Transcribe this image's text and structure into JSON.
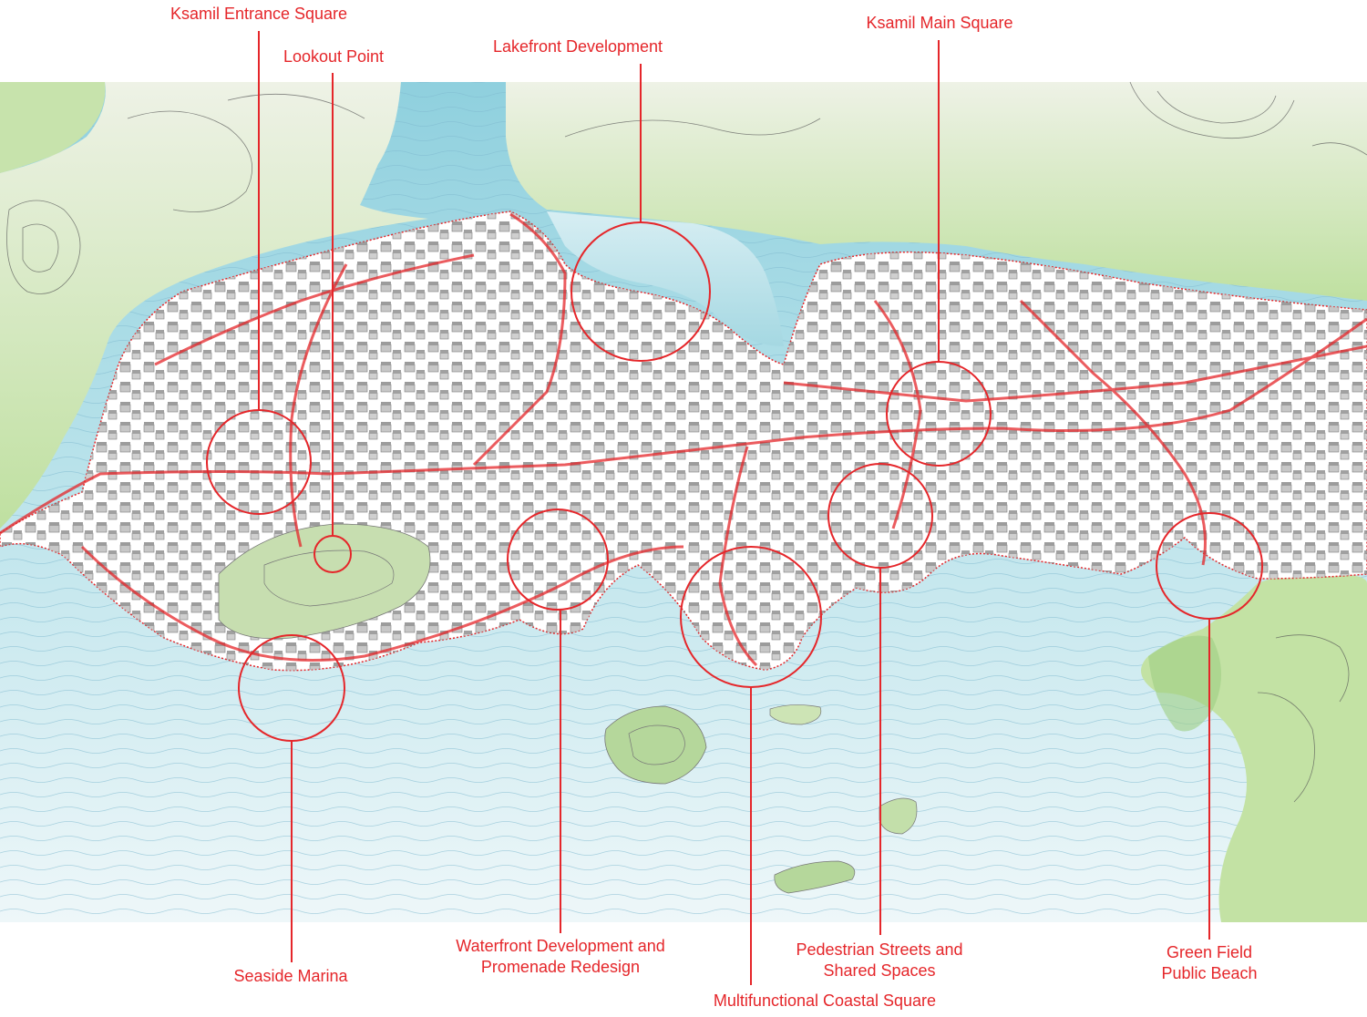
{
  "colors": {
    "accent": "#e5262a",
    "water": "#a9dbe6",
    "land_green": "#bfe0a0",
    "built_area": "#ffffff",
    "building": "#8a8a8a"
  },
  "callouts": {
    "ksamil_entrance_square": {
      "lines": [
        "Ksamil Entrance Square"
      ]
    },
    "lookout_point": {
      "lines": [
        "Lookout Point"
      ]
    },
    "lakefront_development": {
      "lines": [
        "Lakefront Development"
      ]
    },
    "ksamil_main_square": {
      "lines": [
        "Ksamil Main Square"
      ]
    },
    "seaside_marina": {
      "lines": [
        "Seaside Marina"
      ]
    },
    "waterfront_development": {
      "lines": [
        "Waterfront Development and",
        "Promenade Redesign"
      ]
    },
    "multifunctional_coastal_square": {
      "lines": [
        "Multifunctional Coastal Square"
      ]
    },
    "pedestrian_streets": {
      "lines": [
        "Pedestrian Streets and",
        "Shared Spaces"
      ]
    },
    "green_field_public_beach": {
      "lines": [
        "Green Field",
        "Public Beach"
      ]
    }
  }
}
